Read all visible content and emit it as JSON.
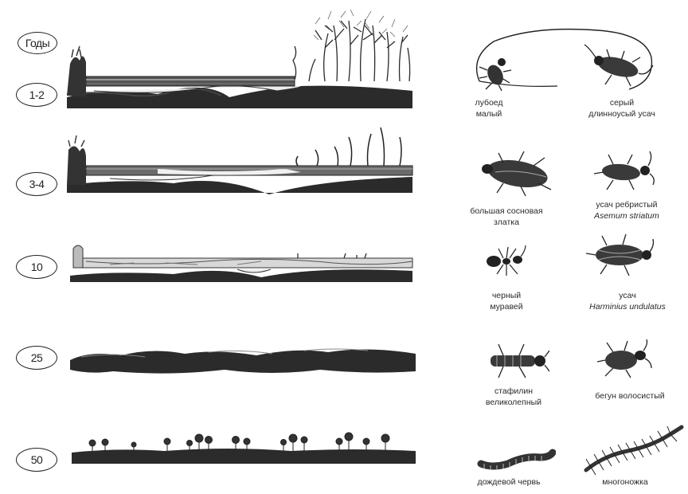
{
  "years_label": "Годы",
  "stages": [
    {
      "years": "1-2"
    },
    {
      "years": "3-4"
    },
    {
      "years": "10"
    },
    {
      "years": "25"
    },
    {
      "years": "50"
    }
  ],
  "organisms": [
    {
      "line1": "лубоед",
      "line2": "малый"
    },
    {
      "line1": "серый",
      "line2": "длинноусый усач"
    },
    {
      "line1": "большая сосновая",
      "line2": "златка"
    },
    {
      "line1": "усач ребристый",
      "line2": "Asemum striatum"
    },
    {
      "line1": "черный",
      "line2": "муравей"
    },
    {
      "line1": "усач",
      "line2": "Harminius undulatus"
    },
    {
      "line1": "стафилин",
      "line2": "великолепный"
    },
    {
      "line1": "бегун волосистый",
      "line2": ""
    },
    {
      "line1": "дождевой червь",
      "line2": ""
    },
    {
      "line1": "многоножка",
      "line2": ""
    }
  ]
}
